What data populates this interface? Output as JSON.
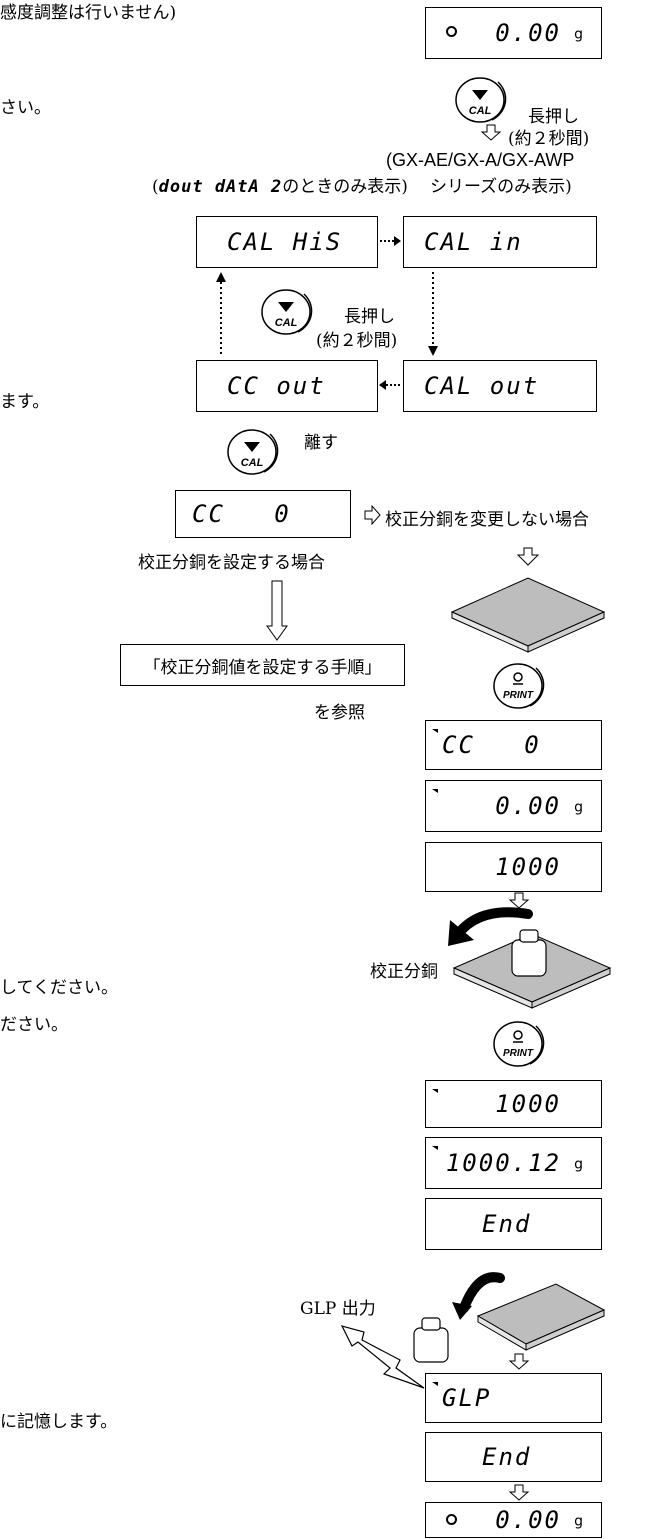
{
  "left_text": {
    "top1": "感度調整は行いません)",
    "top2": "さい。",
    "mid": "ます。",
    "bottom1": "してください。",
    "bottom2": "ださい。",
    "last": "に記憶します。"
  },
  "keys": {
    "cal": "CAL",
    "print": "PRINT"
  },
  "labels": {
    "press_hold": "長押し",
    "two_sec": "(約２秒間)",
    "series": "(GX-AE/GX-A/GX-AWP",
    "series2": "シリーズのみ表示)",
    "dout_note_pre": "(",
    "dout_note_code": "dout dAtA 2",
    "dout_note_post": "のときのみ表示)",
    "release": "離す",
    "no_change": "校正分銅を変更しない場合",
    "set_case": "校正分銅を設定する場合",
    "procedure_box": "「校正分銅値を設定する手順」",
    "refer": "を参照",
    "weight": "校正分銅",
    "glp_output": "GLP 出力"
  },
  "displays": {
    "d_zero_top": "0.00",
    "d_cal_his": "CAL HiS",
    "d_cal_in": "CAL in",
    "d_cc_out": "CC out",
    "d_cal_out": "CAL out",
    "d_cc_0": "CC   0",
    "d_cc_0b": "CC   0",
    "d_zero2": "0.00",
    "d_1000a": "1000",
    "d_1000b": "1000",
    "d_1000_12": "1000.12",
    "d_end1": "End",
    "d_glp": "GLP",
    "d_end2": "End",
    "d_zero_bottom": "0.00",
    "unit": "g"
  }
}
